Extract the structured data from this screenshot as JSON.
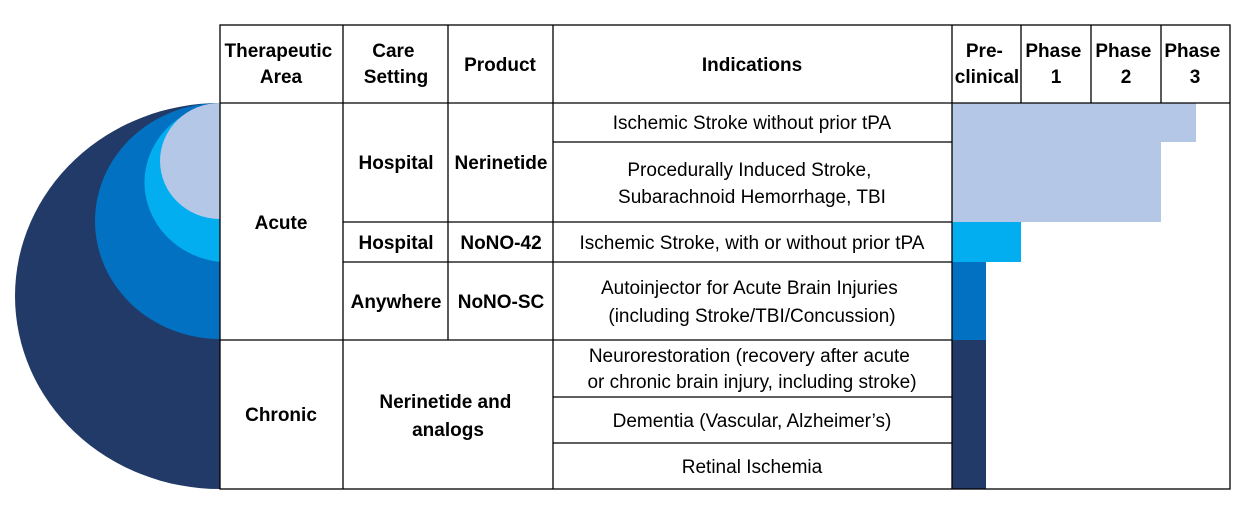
{
  "headers": {
    "therapeutic_area": [
      "Therapeutic",
      "Area"
    ],
    "care_setting": [
      "Care",
      "Setting"
    ],
    "product": "Product",
    "indications": "Indications",
    "preclinical": [
      "Pre-",
      "clinical"
    ],
    "phase1": [
      "Phase",
      "1"
    ],
    "phase2": [
      "Phase",
      "2"
    ],
    "phase3": [
      "Phase",
      "3"
    ]
  },
  "areas": {
    "acute": "Acute",
    "chronic": "Chronic"
  },
  "care_settings": {
    "hospital_1": "Hospital",
    "hospital_2": "Hospital",
    "anywhere": "Anywhere"
  },
  "products": {
    "nerinetide": "Nerinetide",
    "nono42": "NoNO-42",
    "nonosc": "NoNO-SC",
    "chronic_product": [
      "Nerinetide and",
      "analogs"
    ]
  },
  "indications": {
    "ischemic_no_tpa": [
      "Ischemic Stroke without prior tPA"
    ],
    "procedural": [
      "Procedurally Induced Stroke,",
      "Subarachnoid Hemorrhage, TBI"
    ],
    "ischemic_with_without": [
      "Ischemic Stroke, with or without prior tPA"
    ],
    "autoinjector": [
      "Autoinjector for Acute Brain Injuries",
      "(including Stroke/TBI/Concussion)"
    ],
    "neurorestoration": [
      "Neurorestoration (recovery after acute",
      "or chronic brain injury, including stroke)"
    ],
    "dementia": [
      "Dementia (Vascular, Alzheimer’s)"
    ],
    "retinal": [
      "Retinal Ischemia"
    ]
  },
  "progress": {
    "ischemic_no_tpa": {
      "stage": "Phase 3",
      "fraction_of_phase_column": 0.5
    },
    "procedural": {
      "stage": "Phase 2",
      "fraction_of_phase_column": 1.0
    },
    "ischemic_with_without": {
      "stage": "Phase 1",
      "fraction_of_phase_column": 0.0
    },
    "autoinjector": {
      "stage": "Pre-clinical",
      "fraction_of_phase_column": 0.5
    },
    "chronic_programs": {
      "stage": "Pre-clinical",
      "fraction_of_phase_column": 0.5
    }
  },
  "colors": {
    "navy": "#223a67",
    "blue": "#0271c1",
    "sky": "#02aef0",
    "lavender": "#b4c7e7",
    "border": "#000000"
  }
}
